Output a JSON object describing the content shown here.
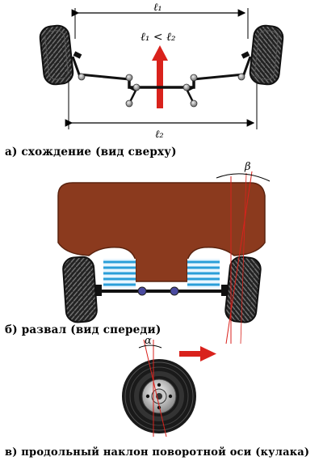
{
  "section_a": {
    "top_dimension": "ℓ₁",
    "bottom_dimension": "ℓ₂",
    "relation": "ℓ₁ < ℓ₂",
    "caption": "а) схождение (вид сверху)"
  },
  "section_b": {
    "angle_symbol": "β",
    "caption": "б) развал (вид спереди)"
  },
  "section_c": {
    "angle_symbol": "α",
    "caption": "в) продольный наклон поворотной оси (кулака)"
  },
  "colors": {
    "arrow_red": "#d9221c",
    "body_brown": "#8b3a1e",
    "spring_blue": "#2a9ed8",
    "tire_dark": "#1a1a1a"
  }
}
